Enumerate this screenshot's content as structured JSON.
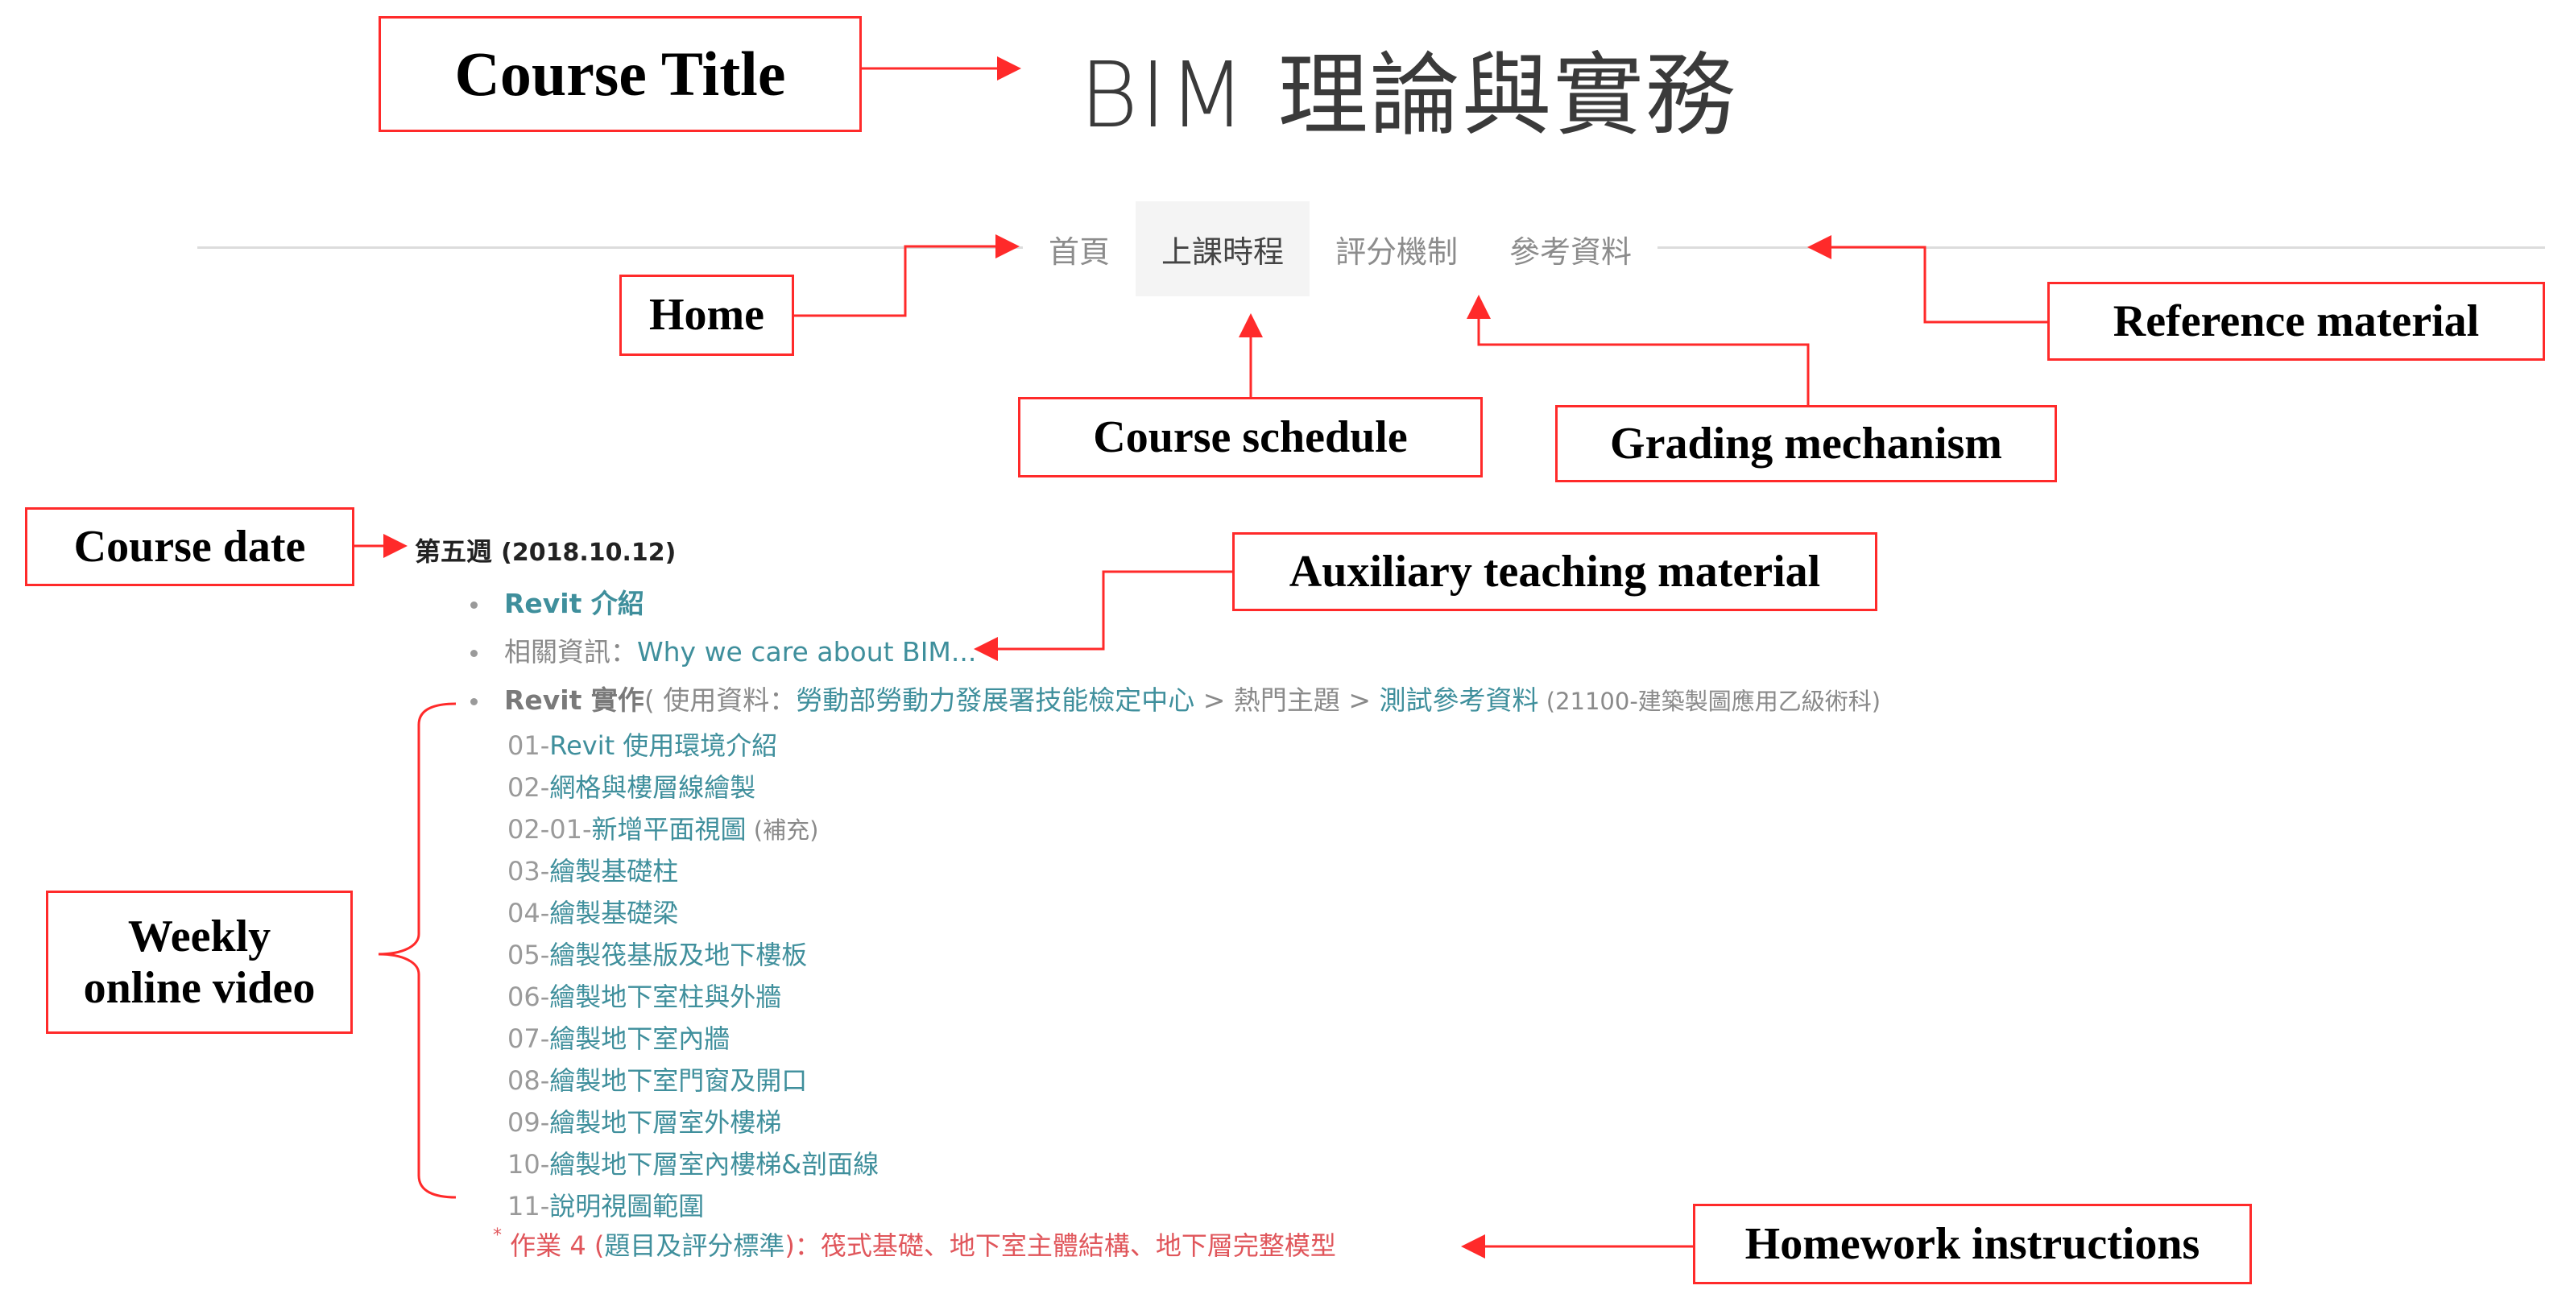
{
  "page": {
    "title": "BIM 理論與實務"
  },
  "nav": {
    "items": [
      {
        "label": "首頁",
        "active": false
      },
      {
        "label": "上課時程",
        "active": true
      },
      {
        "label": "評分機制",
        "active": false
      },
      {
        "label": "參考資料",
        "active": false
      }
    ]
  },
  "week": {
    "title": "第五週",
    "date": "(2018.10.12)",
    "items": [
      {
        "label": "Revit 介紹"
      },
      {
        "prefix": "相關資訊：",
        "link": "Why we care about BIM..."
      },
      {
        "bold": "Revit 實作",
        "paren_open": "( 使用資料：",
        "link1": "勞動部勞動力發展署技能檢定中心",
        "sep1": " > 熱門主題 > ",
        "link2": "測試參考資料",
        "suffix": " (21100-建築製圖應用乙級術科)"
      }
    ],
    "videos": [
      {
        "num": "01-",
        "title": "Revit 使用環境介紹",
        "extra": ""
      },
      {
        "num": "02-",
        "title": "網格與樓層線繪製",
        "extra": ""
      },
      {
        "num": "02-01-",
        "title": "新增平面視圖",
        "extra": " (補充)"
      },
      {
        "num": "03-",
        "title": "繪製基礎柱",
        "extra": ""
      },
      {
        "num": "04-",
        "title": "繪製基礎梁",
        "extra": ""
      },
      {
        "num": "05-",
        "title": "繪製筏基版及地下樓板",
        "extra": ""
      },
      {
        "num": "06-",
        "title": "繪製地下室柱與外牆",
        "extra": ""
      },
      {
        "num": "07-",
        "title": "繪製地下室內牆",
        "extra": ""
      },
      {
        "num": "08-",
        "title": "繪製地下室門窗及開口",
        "extra": ""
      },
      {
        "num": "09-",
        "title": "繪製地下層室外樓梯",
        "extra": ""
      },
      {
        "num": "10-",
        "title": "繪製地下層室內樓梯&剖面線",
        "extra": ""
      },
      {
        "num": "11-",
        "title": "說明視圖範圍",
        "extra": ""
      }
    ],
    "homework": {
      "star": "*",
      "prefix": " 作業 4 (",
      "link": "題目及評分標準",
      "suffix": ")：筏式基礎、地下室主體結構、地下層完整模型"
    }
  },
  "annotations": {
    "course_title": "Course Title",
    "home": "Home",
    "course_schedule": "Course schedule",
    "grading_mechanism": "Grading mechanism",
    "reference_material": "Reference material",
    "course_date": "Course date",
    "auxiliary_material": "Auxiliary teaching material",
    "weekly_video_line1": "Weekly",
    "weekly_video_line2": "online video",
    "homework_instructions": "Homework instructions"
  },
  "colors": {
    "annotation_red": "#ff2a2a",
    "link_teal": "#3f8f9c",
    "homework_red": "#e0565b",
    "nav_active_bg": "#f4f4f4",
    "text_gray": "#8a8a8a"
  }
}
